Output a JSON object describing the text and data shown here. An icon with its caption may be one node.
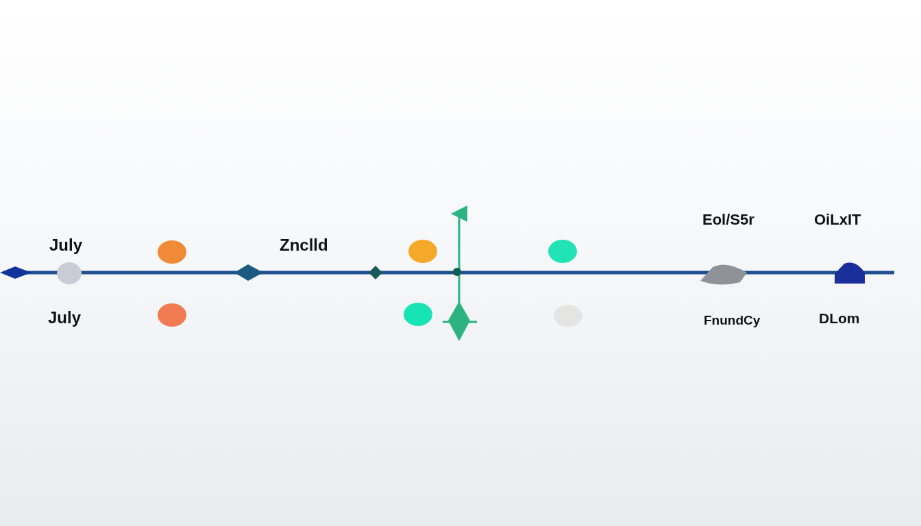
{
  "diagram": {
    "labels": [
      "Eol/S5r",
      "OiLxIT",
      "July",
      "Znclld",
      "July",
      "FnundCy",
      "DLom"
    ]
  }
}
